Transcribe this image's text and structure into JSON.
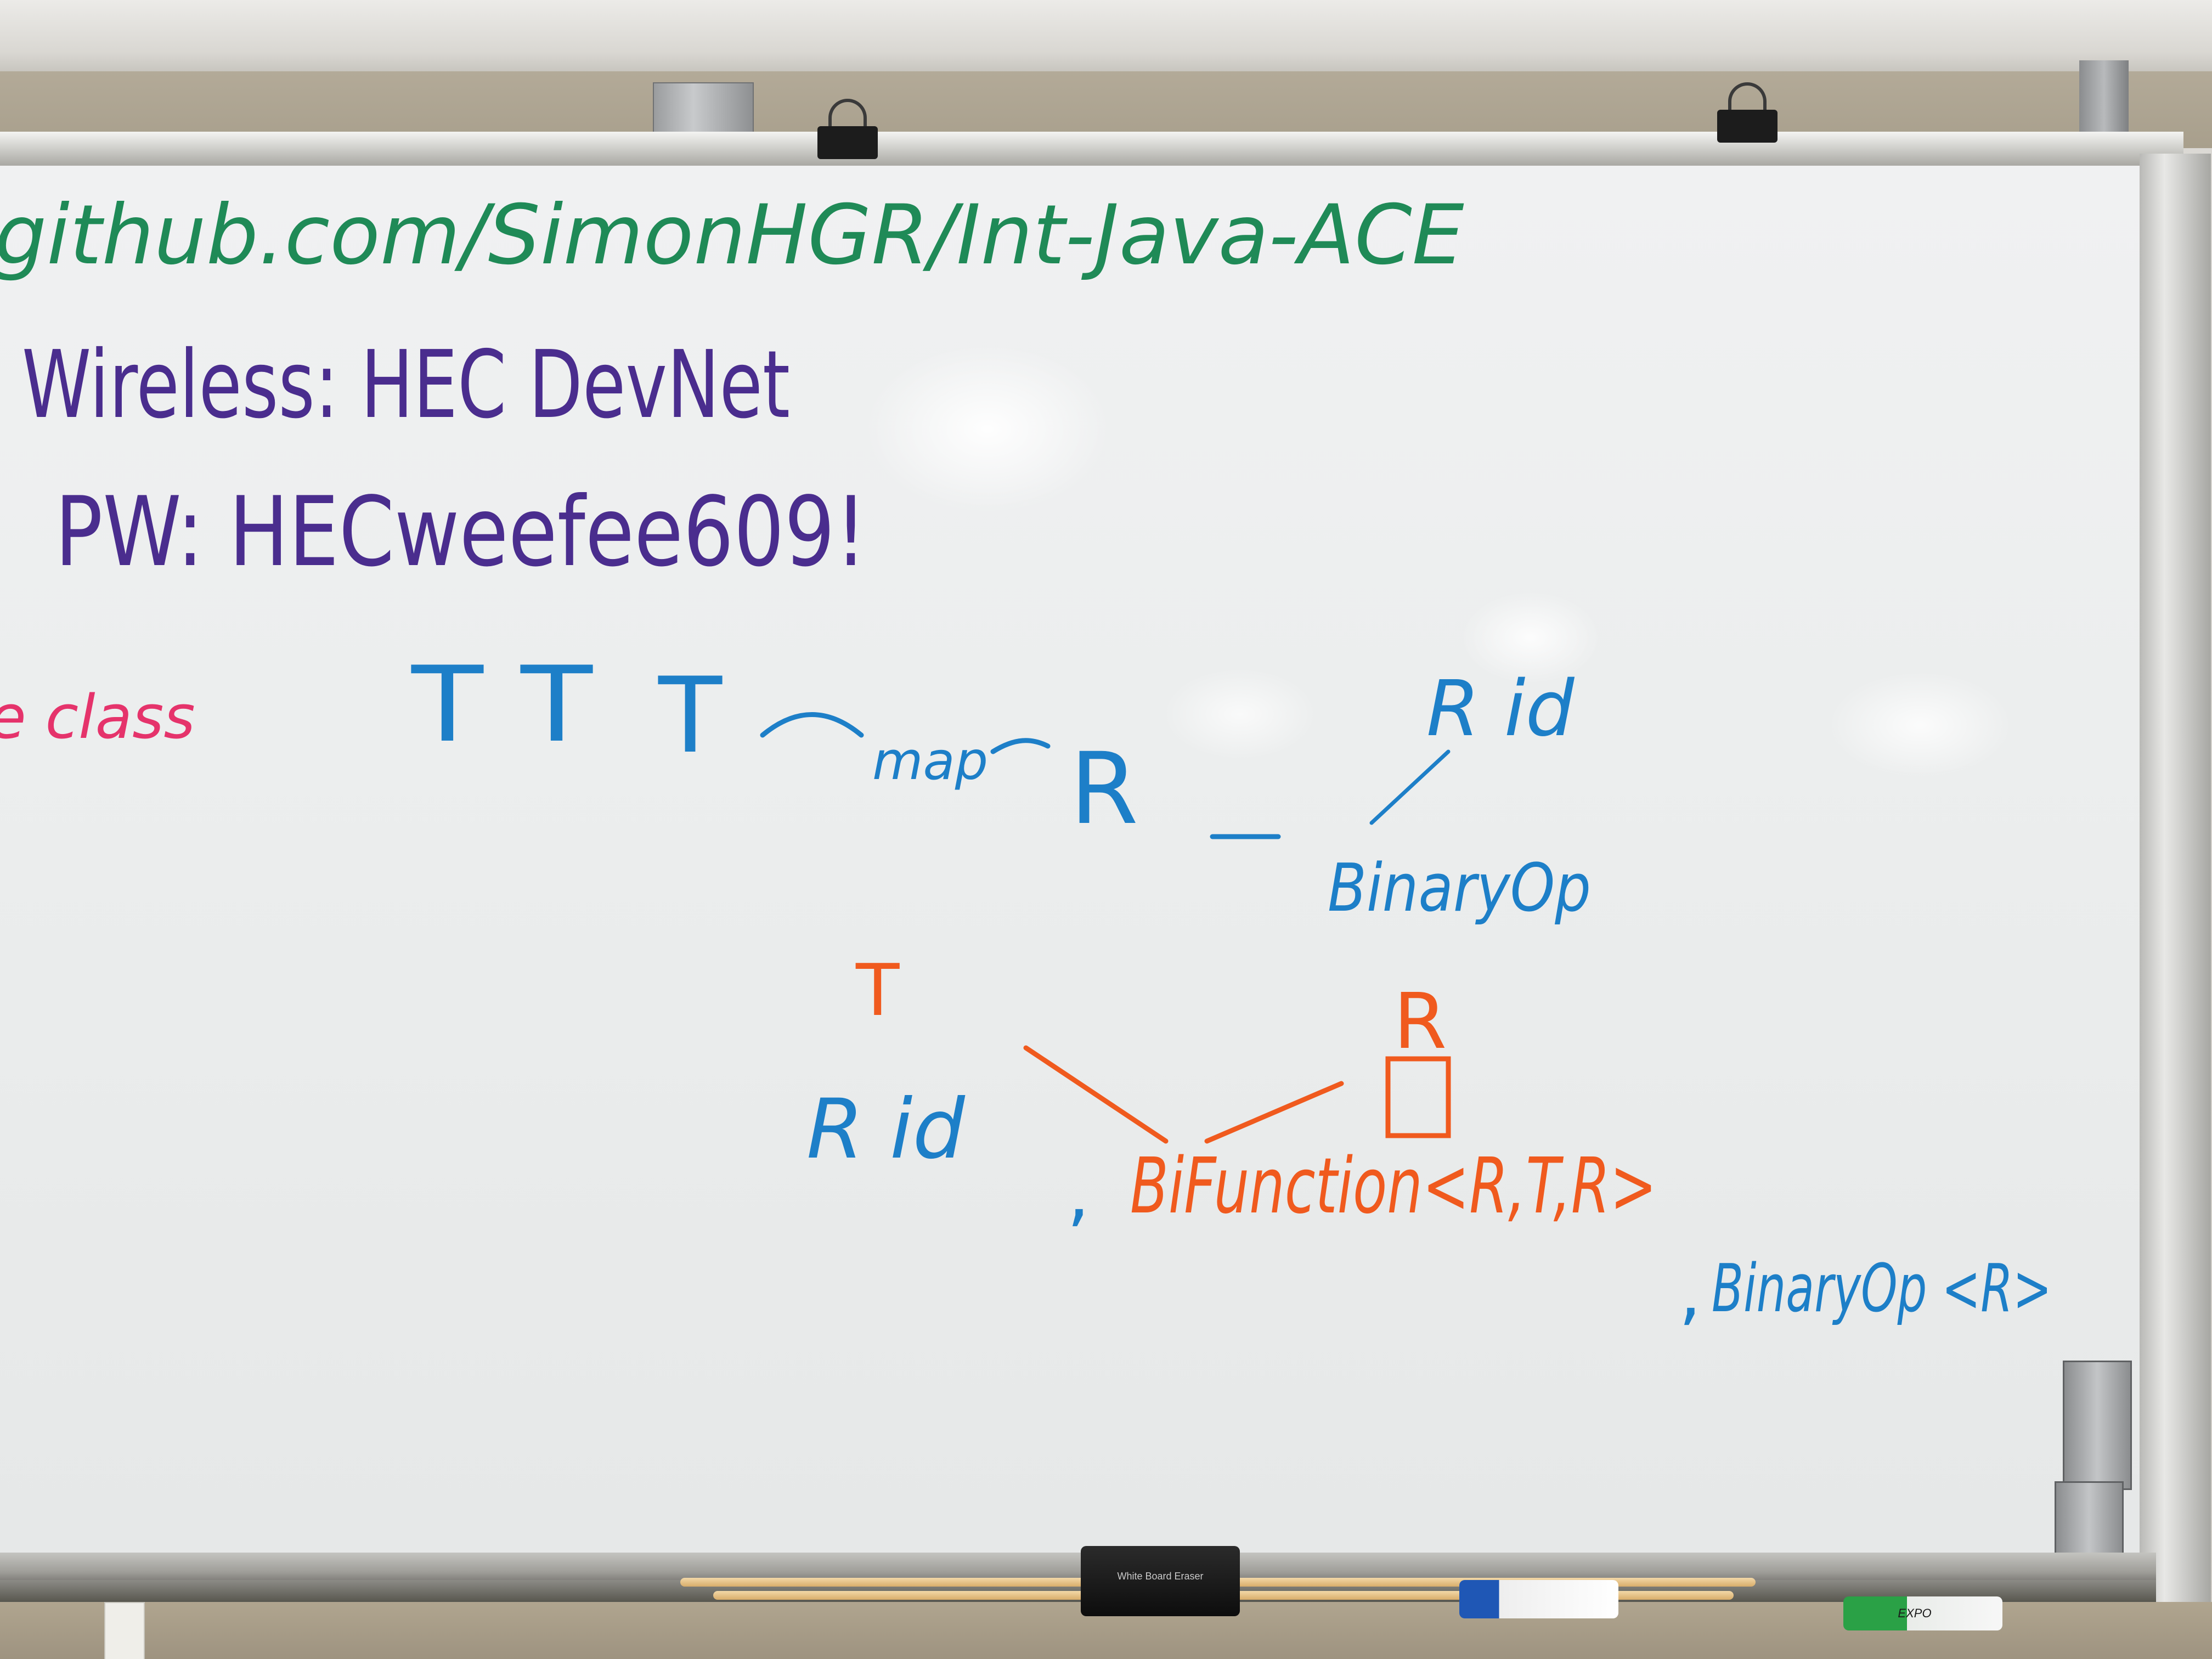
{
  "board": {
    "url_line": "github.com/SimonHGR/Int-Java-ACE",
    "wireless_line": "Wireless: HEC DevNet",
    "password_line": "PW: HECweefee609!",
    "class_fragment": "e class"
  },
  "diagram_blue": {
    "t_left": "T T",
    "t_right": "T",
    "map": "map",
    "r_mid": "R",
    "r_id_top": "R id",
    "binaryop_top": "BinaryOp",
    "r_id_bottom": "R id",
    "comma_left": ",",
    "comma_right": ",",
    "binaryop_bottom": "BinaryOp <R>"
  },
  "diagram_orange": {
    "t": "T",
    "r": "R",
    "bifunction": "BiFunction<R,T,R>"
  },
  "tray_items": {
    "eraser_label": "White Board Eraser",
    "marker_label": "EXPO"
  },
  "colors": {
    "green_ink": "#1f8a57",
    "purple_ink": "#4a2d8e",
    "pink_ink": "#e5336b",
    "blue_ink": "#1d7fc8",
    "orange_ink": "#f05a1e"
  }
}
